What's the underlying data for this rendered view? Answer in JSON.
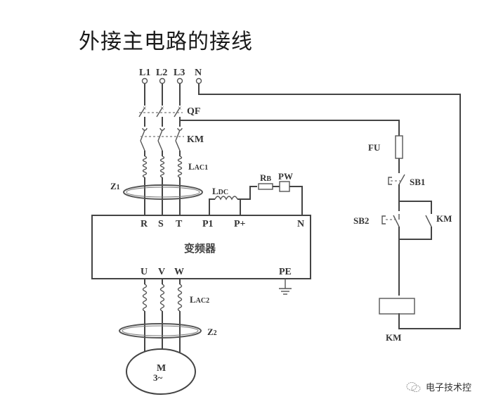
{
  "title": "外接主电路的接线",
  "diagram": {
    "supply_terminals": [
      "L1",
      "L2",
      "L3",
      "N"
    ],
    "breaker": "QF",
    "contactor": "KM",
    "input_reactor": "Lac1",
    "input_filter": "Z1",
    "dc_reactor": "LDC",
    "braking_resistor": "RB",
    "braking_unit": "PW",
    "inverter": {
      "label": "变频器",
      "input_terminals": [
        "R",
        "S",
        "T",
        "P1",
        "P+",
        "N"
      ],
      "output_terminals": [
        "U",
        "V",
        "W",
        "PE"
      ]
    },
    "output_reactor": "Lac2",
    "output_filter": "Z2",
    "motor": {
      "label": "M",
      "phase": "3~"
    },
    "control": {
      "fuse": "FU",
      "stop_button": "SB1",
      "start_button": "SB2",
      "aux_contact": "KM",
      "coil": "KM"
    }
  },
  "watermark": {
    "icon": "wechat-icon",
    "text": "电子技术控"
  }
}
